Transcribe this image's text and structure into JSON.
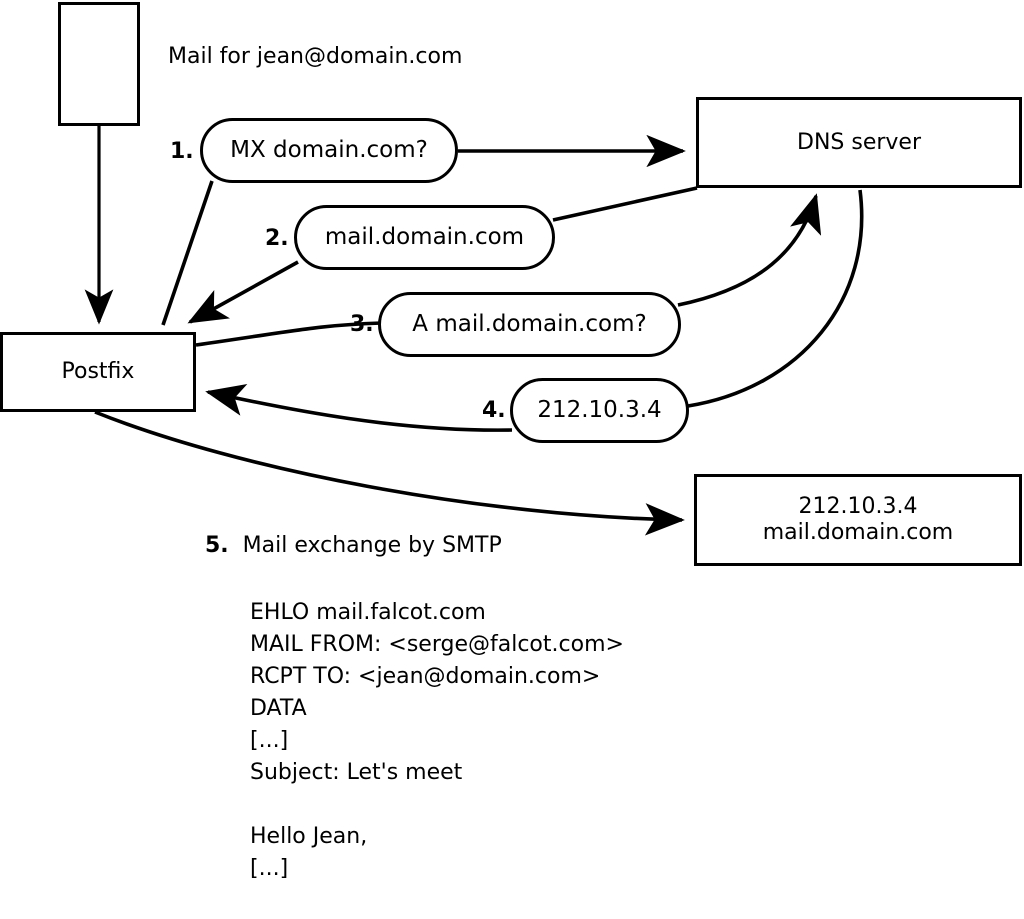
{
  "diagram": {
    "title_text": "Mail for jean@domain.com",
    "nodes": {
      "client": {
        "label": ""
      },
      "postfix": {
        "label": "Postfix"
      },
      "dns": {
        "label": "DNS server"
      },
      "mailserver": {
        "line1": "212.10.3.4",
        "line2": "mail.domain.com"
      }
    },
    "steps": [
      {
        "num": "1.",
        "text": "MX domain.com?"
      },
      {
        "num": "2.",
        "text": "mail.domain.com"
      },
      {
        "num": "3.",
        "text": "A mail.domain.com?"
      },
      {
        "num": "4.",
        "text": "212.10.3.4"
      }
    ],
    "step5": {
      "num": "5.",
      "text": "Mail exchange by SMTP"
    },
    "smtp_transcript": [
      "EHLO mail.falcot.com",
      "MAIL FROM: <serge@falcot.com>",
      "RCPT TO: <jean@domain.com>",
      "DATA",
      "[...]",
      "Subject: Let's meet",
      "",
      "Hello Jean,",
      "[...]",
      "",
      "."
    ],
    "colors": {
      "stroke": "#000000",
      "background": "#ffffff"
    }
  }
}
